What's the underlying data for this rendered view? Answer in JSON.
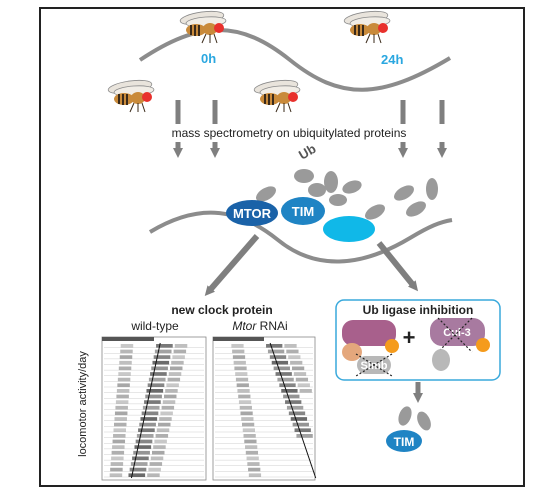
{
  "timepoints": {
    "start": "0h",
    "end": "24h"
  },
  "method_label": "mass spectrometry on ubiquitylated proteins",
  "proteins": {
    "ubiquitin": "Ub",
    "mtor": "MTOR",
    "tim": "TIM",
    "tim_bottom": "TIM"
  },
  "left_panel": {
    "title": "new clock protein",
    "wildtype_label": "wild-type",
    "mtor_italic": "Mtor",
    "rnai": " RNAi",
    "y_axis": "locomotor activity/day"
  },
  "right_panel": {
    "title": "Ub ligase inhibition",
    "plus": "+",
    "inhibitor_1": "Slmb",
    "inhibitor_2": "Cul-3"
  },
  "colors": {
    "wave": "#8c8c8c",
    "time_cyan": "#2aa7e0",
    "mtor_blue": "#1a62a8",
    "tim_blue": "#1f84c4",
    "cyan_blob": "#10b8e8",
    "ub_gray": "#9a9a9a",
    "arrow_gray": "#7f7f7f",
    "ligase_purple": "#a8608c",
    "cul3_purple": "#a87aa0",
    "orange": "#f59b1c",
    "tan": "#e4a77c",
    "panel_border": "#39a9dc",
    "fly_red": "#e8302c"
  }
}
